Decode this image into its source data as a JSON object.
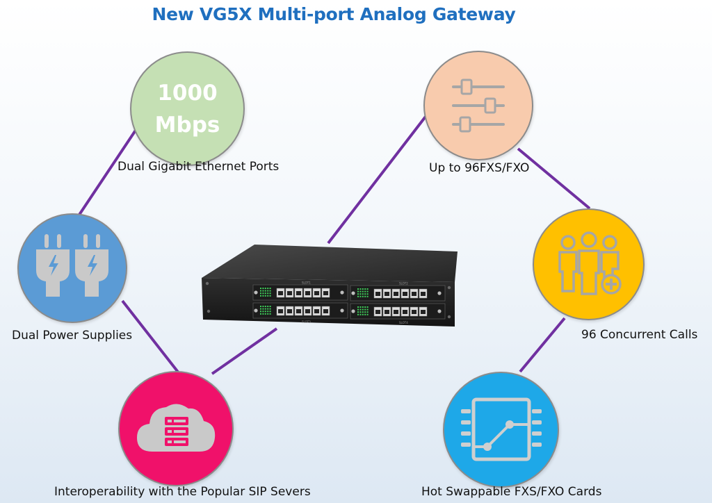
{
  "title": "New VG5X Multi-port Analog Gateway",
  "colors": {
    "title": "#1f6fbf",
    "connector": "#7030a0",
    "ethernet_circle": "#c5e0b4",
    "power_circle": "#5b9bd5",
    "sip_circle": "#f0116a",
    "fxs_circle": "#f8cbad",
    "calls_circle": "#ffc000",
    "cards_circle": "#1ea8e8",
    "icon_gray": "#a6a6a6"
  },
  "features": {
    "ethernet": {
      "circle_text": [
        "1000",
        "Mbps"
      ],
      "label": "Dual Gigabit Ethernet Ports"
    },
    "power": {
      "icon": "dual-power-plug-icon",
      "label": "Dual Power Supplies"
    },
    "sip": {
      "icon": "cloud-server-icon",
      "label": "Interoperability with the Popular SIP Severs"
    },
    "fxs": {
      "icon": "sliders-icon",
      "label": "Up to 96FXS/FXO"
    },
    "calls": {
      "icon": "user-group-add-icon",
      "label": "96 Concurrent Calls"
    },
    "cards": {
      "icon": "circuit-card-icon",
      "label": "Hot Swappable FXS/FXO Cards"
    }
  },
  "device": {
    "slot_labels": [
      "SLOT1",
      "SLOT2",
      "SLOT3",
      "SLOT4"
    ]
  }
}
